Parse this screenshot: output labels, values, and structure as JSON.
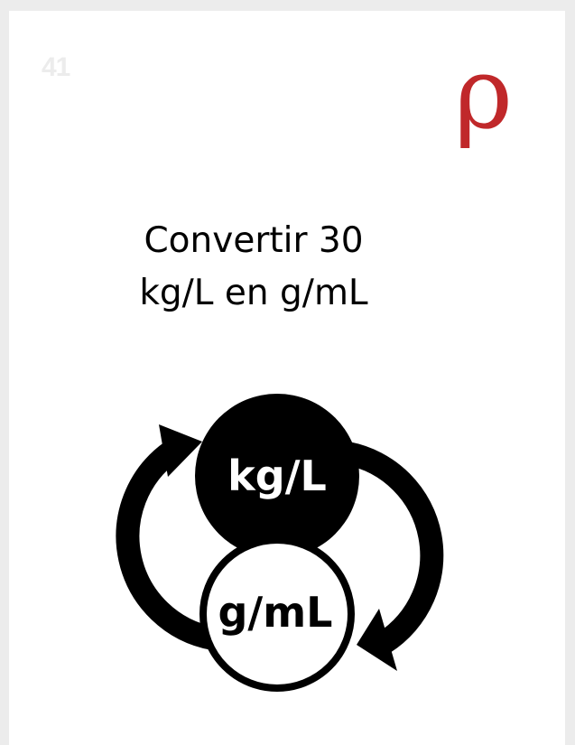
{
  "card": {
    "number": "41",
    "symbol": "ρ",
    "question_line1": "Convertir 30",
    "question_line2": "kg/L en g/mL"
  },
  "diagram": {
    "top_unit": "kg/L",
    "bottom_unit": "g/mL"
  },
  "colors": {
    "symbol": "#c0282a",
    "number": "#ececec",
    "background": "#ececec",
    "card": "#ffffff"
  }
}
